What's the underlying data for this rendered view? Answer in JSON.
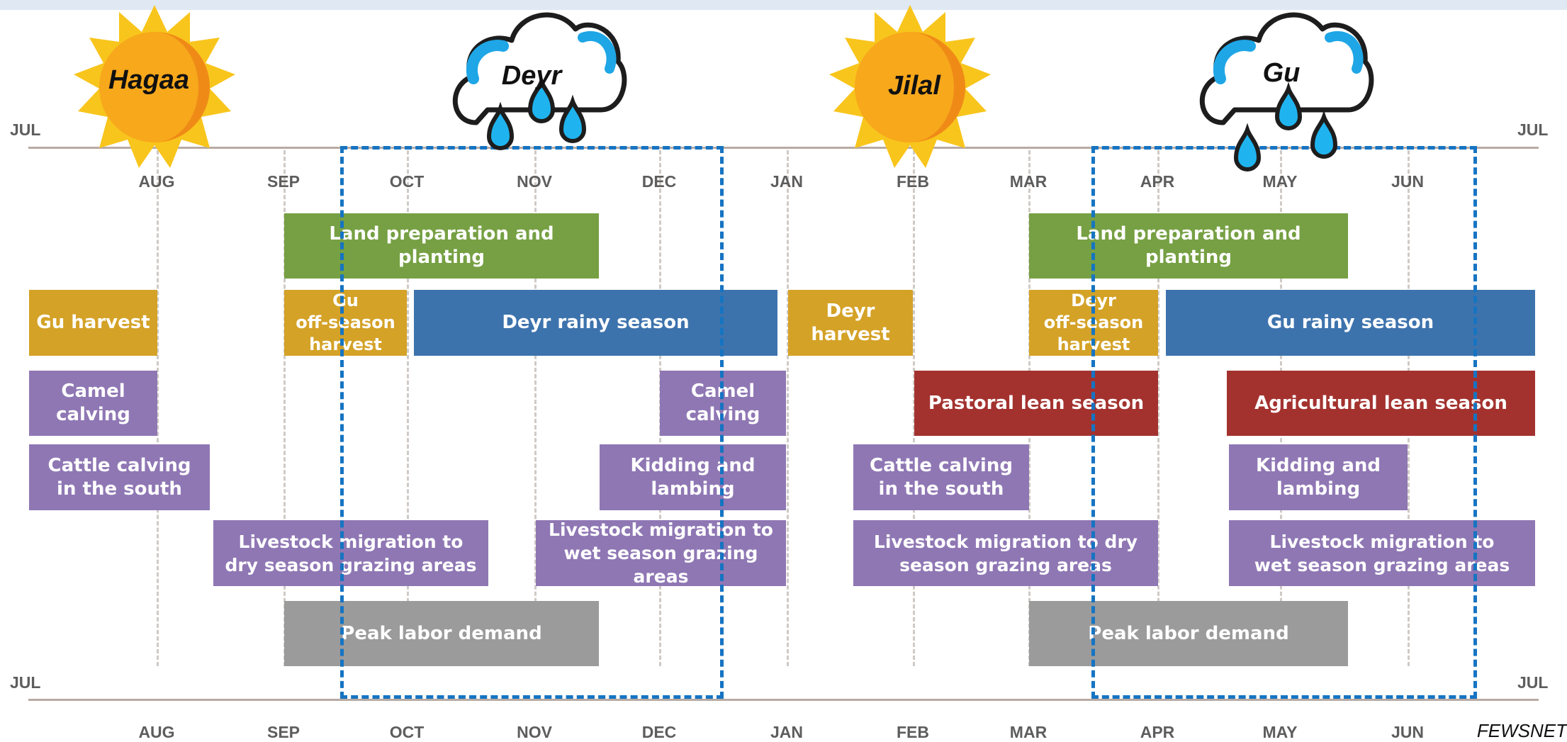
{
  "seasons": [
    {
      "name": "Hagaa",
      "icon": "sun-icon"
    },
    {
      "name": "Deyr",
      "icon": "rain-cloud-icon"
    },
    {
      "name": "Jilal",
      "icon": "sun-icon"
    },
    {
      "name": "Gu",
      "icon": "rain-cloud-icon"
    }
  ],
  "axis": {
    "edge_left": "JUL",
    "edge_right": "JUL",
    "months": [
      "AUG",
      "SEP",
      "OCT",
      "NOV",
      "DEC",
      "JAN",
      "FEB",
      "MAR",
      "APR",
      "MAY",
      "JUN"
    ]
  },
  "bars": [
    {
      "label": "Land preparation and planting",
      "color": "#76a043"
    },
    {
      "label": "Land preparation and planting",
      "color": "#76a043"
    },
    {
      "label": "Gu harvest",
      "color": "#d4a227"
    },
    {
      "label": "Gu\noff-season\nharvest",
      "color": "#d4a227"
    },
    {
      "label": "Deyr rainy season",
      "color": "#3d73ad"
    },
    {
      "label": "Deyr\nharvest",
      "color": "#d4a227"
    },
    {
      "label": "Deyr\noff-season\nharvest",
      "color": "#d4a227"
    },
    {
      "label": "Gu rainy season",
      "color": "#3d73ad"
    },
    {
      "label": "Camel\ncalving",
      "color": "#8f77b4"
    },
    {
      "label": "Camel\ncalving",
      "color": "#8f77b4"
    },
    {
      "label": "Pastoral lean season",
      "color": "#a3322f"
    },
    {
      "label": "Agricultural lean season",
      "color": "#a3322f"
    },
    {
      "label": "Cattle calving\nin the south",
      "color": "#8f77b4"
    },
    {
      "label": "Kidding and\nlambing",
      "color": "#8f77b4"
    },
    {
      "label": "Cattle calving\nin the south",
      "color": "#8f77b4"
    },
    {
      "label": "Kidding and\nlambing",
      "color": "#8f77b4"
    },
    {
      "label": "Livestock migration to\ndry season grazing areas",
      "color": "#8f77b4"
    },
    {
      "label": "Livestock migration to\nwet season grazing areas",
      "color": "#8f77b4"
    },
    {
      "label": "Livestock migration to dry\nseason grazing areas",
      "color": "#8f77b4"
    },
    {
      "label": "Livestock migration to\nwet season grazing areas",
      "color": "#8f77b4"
    },
    {
      "label": "Peak labor demand",
      "color": "#9b9b9b"
    },
    {
      "label": "Peak labor demand",
      "color": "#9b9b9b"
    }
  ],
  "rainy_highlight_color": "#1674c2",
  "credit": "FEWSNET"
}
